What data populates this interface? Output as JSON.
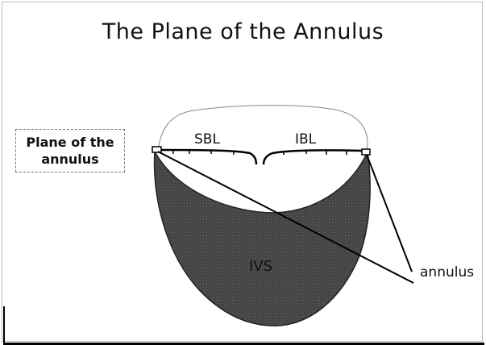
{
  "title": "The Plane of the Annulus",
  "labels": {
    "plane_line1": "Plane of the",
    "plane_line2": "annulus",
    "sbl": "SBL",
    "ibl": "IBL",
    "ivs": "IVS",
    "annulus": "annulus"
  },
  "colors": {
    "wall": "#3a3a3a",
    "outline": "#000000",
    "background": "#ffffff"
  }
}
